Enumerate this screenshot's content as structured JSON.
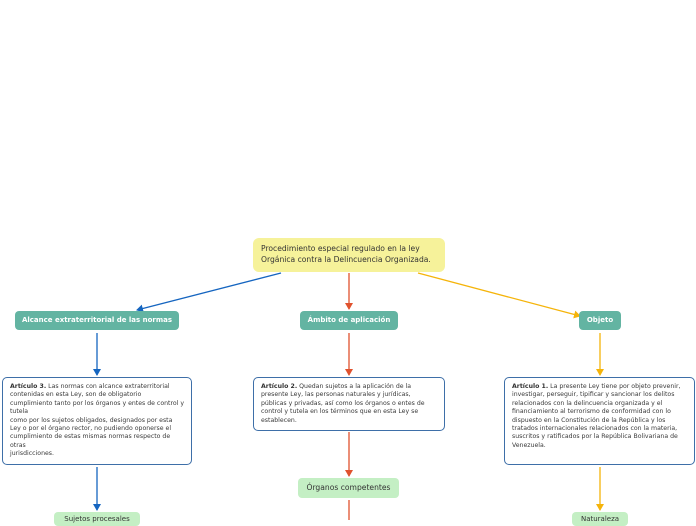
{
  "root": {
    "text": "Procedimiento especial regulado en la ley Orgánica contra la Delincuencia Organizada."
  },
  "branches": {
    "left": {
      "label": "Alcance extraterritorial de las normas",
      "article_title": "Artículo 3.",
      "article_text": " Las normas con alcance extraterritorial contenidas en esta Ley, son de obligatorio cumplimiento tanto por los órganos y entes de control y tutela\ncomo por los sujetos obligados, designados por esta Ley o por el órgano rector, no pudiendo oponerse el cumplimiento de estas mismas normas respecto de otras\njurisdicciones.",
      "child_label": "Sujetos procesales"
    },
    "center": {
      "label": "Ámbito de aplicación",
      "article_title": "Artículo 2.",
      "article_text": " Quedan sujetos a la aplicación de la presente Ley, las personas naturales y jurídicas, públicas y privadas, así como los órganos o entes de control y tutela en los términos que en esta Ley se establecen.",
      "child_label": "Órganos competentes"
    },
    "right": {
      "label": "Objeto",
      "article_title": "Artículo 1.",
      "article_text": " La presente Ley tiene por objeto prevenir, investigar, perseguir, tipificar y sancionar los delitos relacionados con la delincuencia organizada y el  financiamiento al terrorismo de conformidad con lo dispuesto en la Constitución de la República y los tratados internacionales relacionados con la materia, suscritos y ratificados por la República Bolivariana de Venezuela.",
      "child_label": "Naturaleza"
    }
  },
  "colors": {
    "left_connector": "#1565c0",
    "center_connector": "#e0522e",
    "right_connector": "#f5b40a",
    "root_fill": "#f6f29a",
    "label_fill": "#63b4a2",
    "child_fill": "#c4efc4",
    "card_border": "#3e6fa8"
  }
}
